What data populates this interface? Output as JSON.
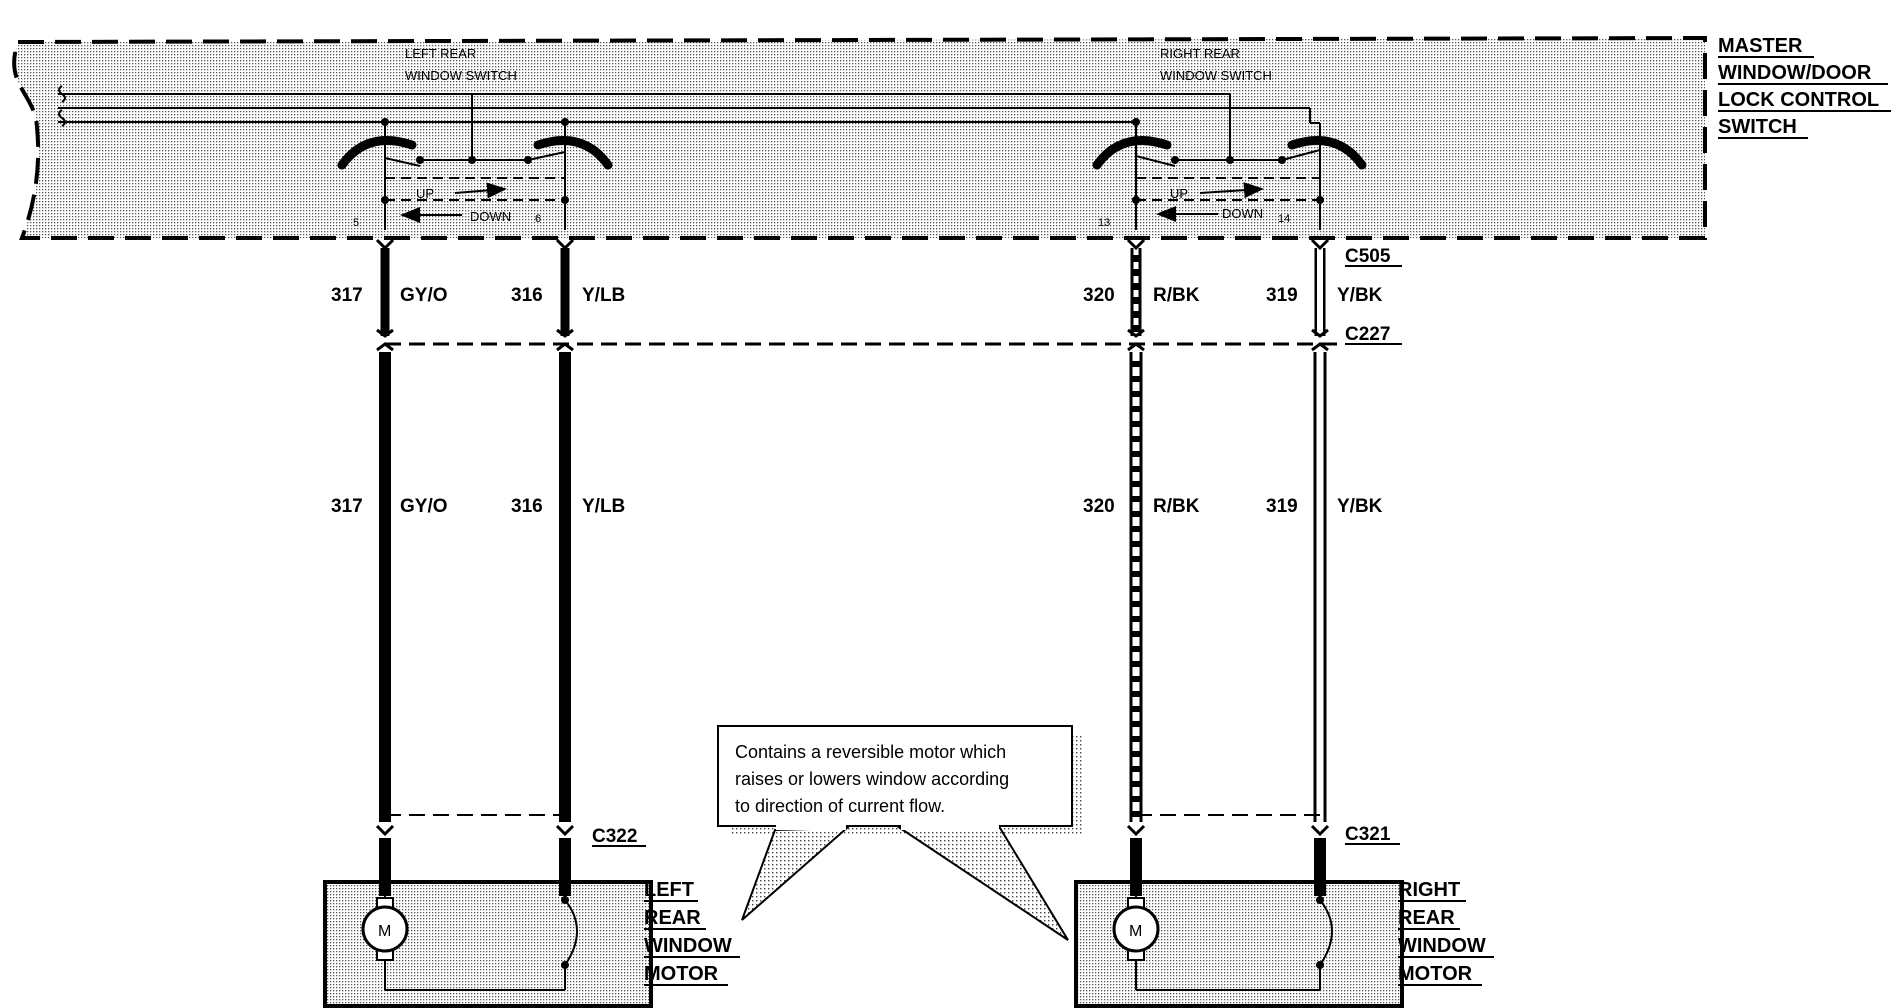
{
  "master_switch": {
    "label_lines": [
      "MASTER",
      "WINDOW/DOOR",
      "LOCK CONTROL",
      "SWITCH"
    ],
    "left_switch": {
      "label_lines": [
        "LEFT REAR",
        "WINDOW SWITCH"
      ],
      "up": "UP",
      "down": "DOWN",
      "pin_a": "5",
      "pin_b": "6"
    },
    "right_switch": {
      "label_lines": [
        "RIGHT REAR",
        "WINDOW SWITCH"
      ],
      "up": "UP",
      "down": "DOWN",
      "pin_a": "13",
      "pin_b": "14"
    }
  },
  "connectors": {
    "c505": "C505",
    "c227": "C227",
    "c322": "C322",
    "c321": "C321"
  },
  "wires": [
    {
      "circuit": "317",
      "color": "GY/O"
    },
    {
      "circuit": "316",
      "color": "Y/LB"
    },
    {
      "circuit": "320",
      "color": "R/BK"
    },
    {
      "circuit": "319",
      "color": "Y/BK"
    }
  ],
  "callout": {
    "lines": [
      "Contains a reversible motor which",
      "raises or lowers window according",
      "to direction of current flow."
    ]
  },
  "left_motor": {
    "label_lines": [
      "LEFT",
      "REAR",
      "WINDOW",
      "MOTOR"
    ],
    "symbol": "M"
  },
  "right_motor": {
    "label_lines": [
      "RIGHT",
      "REAR",
      "WINDOW",
      "MOTOR"
    ],
    "symbol": "M"
  }
}
